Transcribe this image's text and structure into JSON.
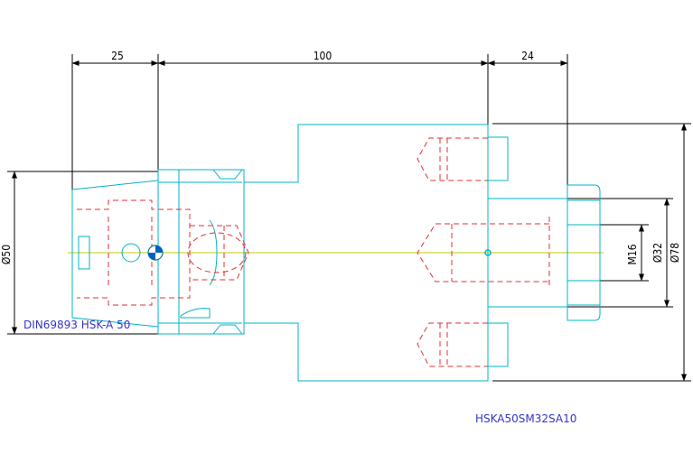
{
  "dimensions": {
    "left_length": "25",
    "body_length": "100",
    "right_length": "24",
    "shank_diameter": "Ø50",
    "thread": "M16",
    "bore_diameter": "Ø32",
    "flange_diameter": "Ø78"
  },
  "labels": {
    "standard": "DIN69893 HSK-A 50",
    "part_number": "HSKA50SM32SA10"
  },
  "colors": {
    "outline": "#00b4c8",
    "hidden": "#e03030",
    "centerline": "#c8c800",
    "dimension": "#000000",
    "text": "#3333cc"
  }
}
